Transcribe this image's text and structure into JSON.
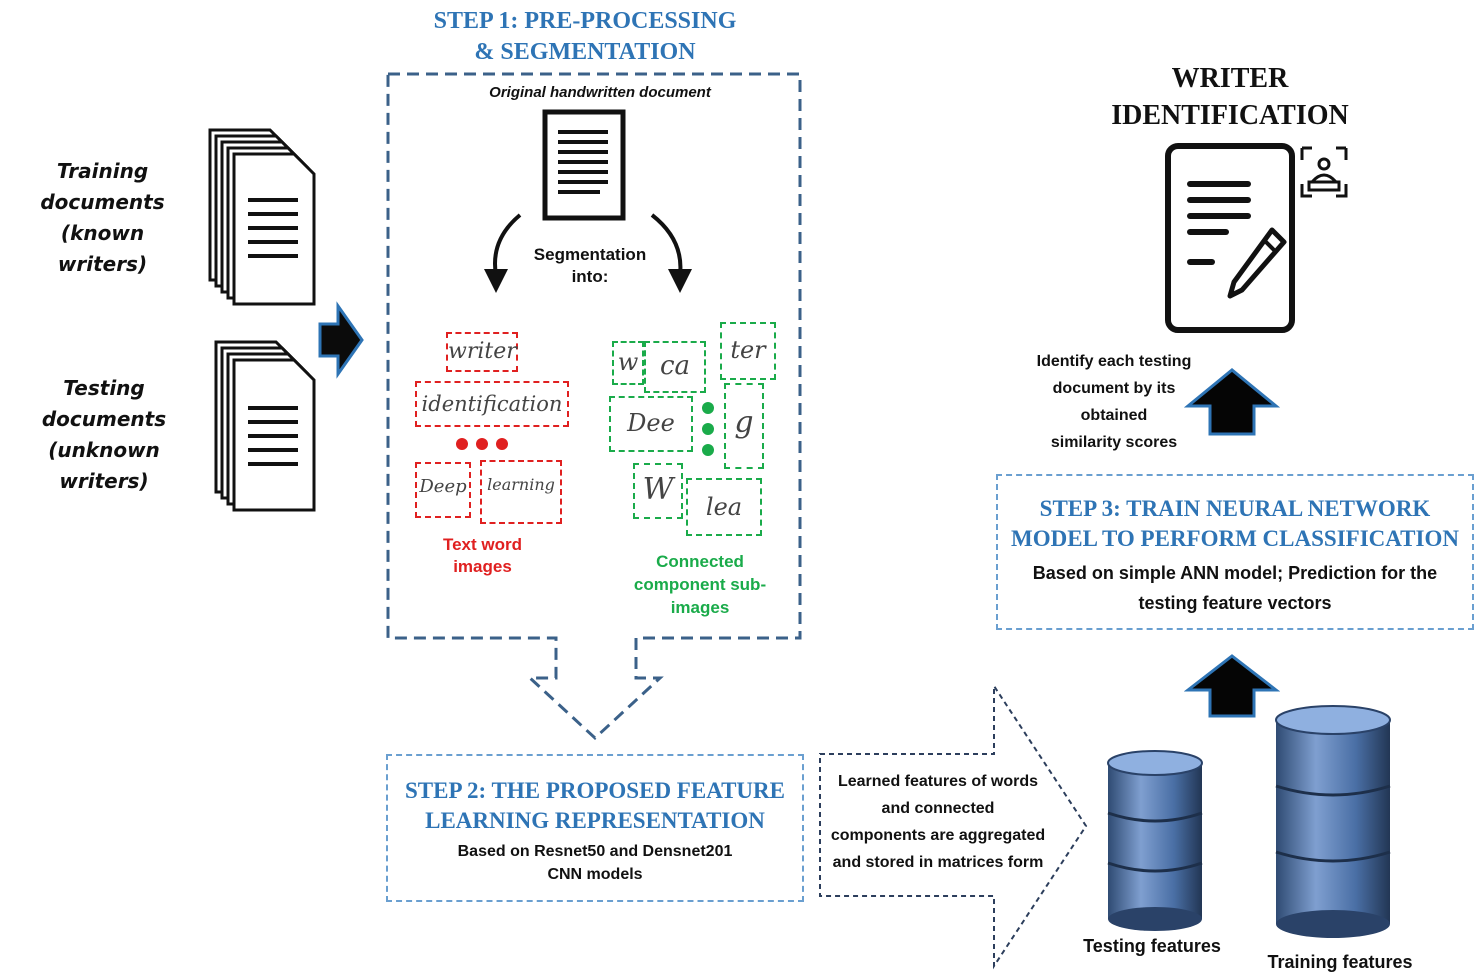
{
  "left": {
    "training_label": [
      "Training",
      "documents",
      "(known writers)"
    ],
    "testing_label": [
      "Testing",
      "documents",
      "(unknown writers)"
    ]
  },
  "step1": {
    "title": [
      "STEP 1: PRE-PROCESSING",
      "& SEGMENTATION"
    ],
    "doc_caption": "Original handwritten document",
    "segmentation": [
      "Segmentation",
      "into:"
    ],
    "word_samples": [
      "writer",
      "identification",
      "Deep",
      "learning"
    ],
    "component_samples": [
      "w",
      "ca",
      "ter",
      "Dee",
      "g",
      "W",
      "lea"
    ],
    "word_caption": [
      "Text word",
      "images"
    ],
    "component_caption": [
      "Connected",
      "component sub-",
      "images"
    ]
  },
  "step2": {
    "title": [
      "STEP 2: THE PROPOSED FEATURE",
      "LEARNING REPRESENTATION"
    ],
    "desc": [
      "Based on Resnet50 and Densnet201",
      "CNN models"
    ]
  },
  "aggregation": [
    "Learned features of words",
    "and connected",
    "components are aggregated",
    "and stored in matrices form"
  ],
  "databases": {
    "testing": "Testing features",
    "training": "Training features"
  },
  "step3": {
    "title": [
      "STEP 3: TRAIN NEURAL NETWORK",
      "MODEL TO PERFORM CLASSIFICATION"
    ],
    "desc": [
      "Based on simple ANN model; Prediction for the",
      "testing feature vectors"
    ]
  },
  "identify": [
    "Identify each testing",
    "document by its",
    "obtained",
    "similarity scores"
  ],
  "writer_id": [
    "WRITER",
    "IDENTIFICATION"
  ],
  "colors": {
    "accent_blue": "#2e74b5",
    "step1_border": "#3b6189",
    "word_red": "#e02020",
    "component_green": "#1aab4a",
    "cylinder_blue": "#4a6fa5"
  }
}
